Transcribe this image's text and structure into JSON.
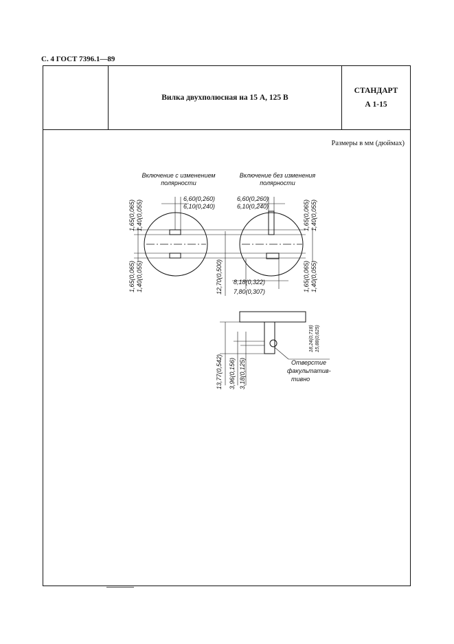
{
  "page_header": "С. 4 ГОСТ 7396.1—89",
  "title": "Вилка двухполюсная на 15 А, 125 В",
  "standard": {
    "label": "СТАНДАРТ",
    "code": "А 1-15"
  },
  "units_note": "Размеры в мм (дюймах)",
  "drawing": {
    "left_caption": [
      "Включение с изменением",
      "полярности"
    ],
    "right_caption": [
      "Включение без изменения",
      "полярности"
    ],
    "dim_width_max": "6,60(0,260)",
    "dim_width_min": "6,10(0,240)",
    "dim_thick_max": "1,65(0,065)",
    "dim_thick_min": "1,40(0,055)",
    "dim_spacing": "12,70(0,500)",
    "dim_offset_max": "8,18(0,322)",
    "dim_offset_min": "7,80(0,307)",
    "dim_pin_len": "13,77(0,542)",
    "dim_hole_pos_max": "3,96(0,156)",
    "dim_hole_pos_min": "3,18(0,125)",
    "dim_side_1": "18,24(0,718)",
    "dim_side_2": "15,88(0,625)",
    "hole_note": [
      "Отверстие",
      "факультатив-",
      "тивно"
    ]
  }
}
